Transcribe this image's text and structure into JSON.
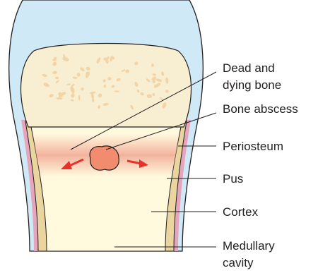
{
  "labels": {
    "dead_bone_line1": "Dead and",
    "dead_bone_line2": "dying bone",
    "bone_abscess": "Bone abscess",
    "periosteum": "Periosteum",
    "pus": "Pus",
    "cortex": "Cortex",
    "medullary_line1": "Medullary",
    "medullary_line2": "cavity"
  },
  "colors": {
    "cartilage_cap": "#cfe9f6",
    "periosteum": "#e5a5bd",
    "cortex": "#ead59f",
    "epiphysis": "#f8efd2",
    "bone_spots": "#f2d4a6",
    "medullary": "#fff9dd",
    "infection_band": "#f3b39e",
    "abscess": "#f28c6e",
    "arrow": "#e8312b",
    "outline": "#231f20"
  }
}
